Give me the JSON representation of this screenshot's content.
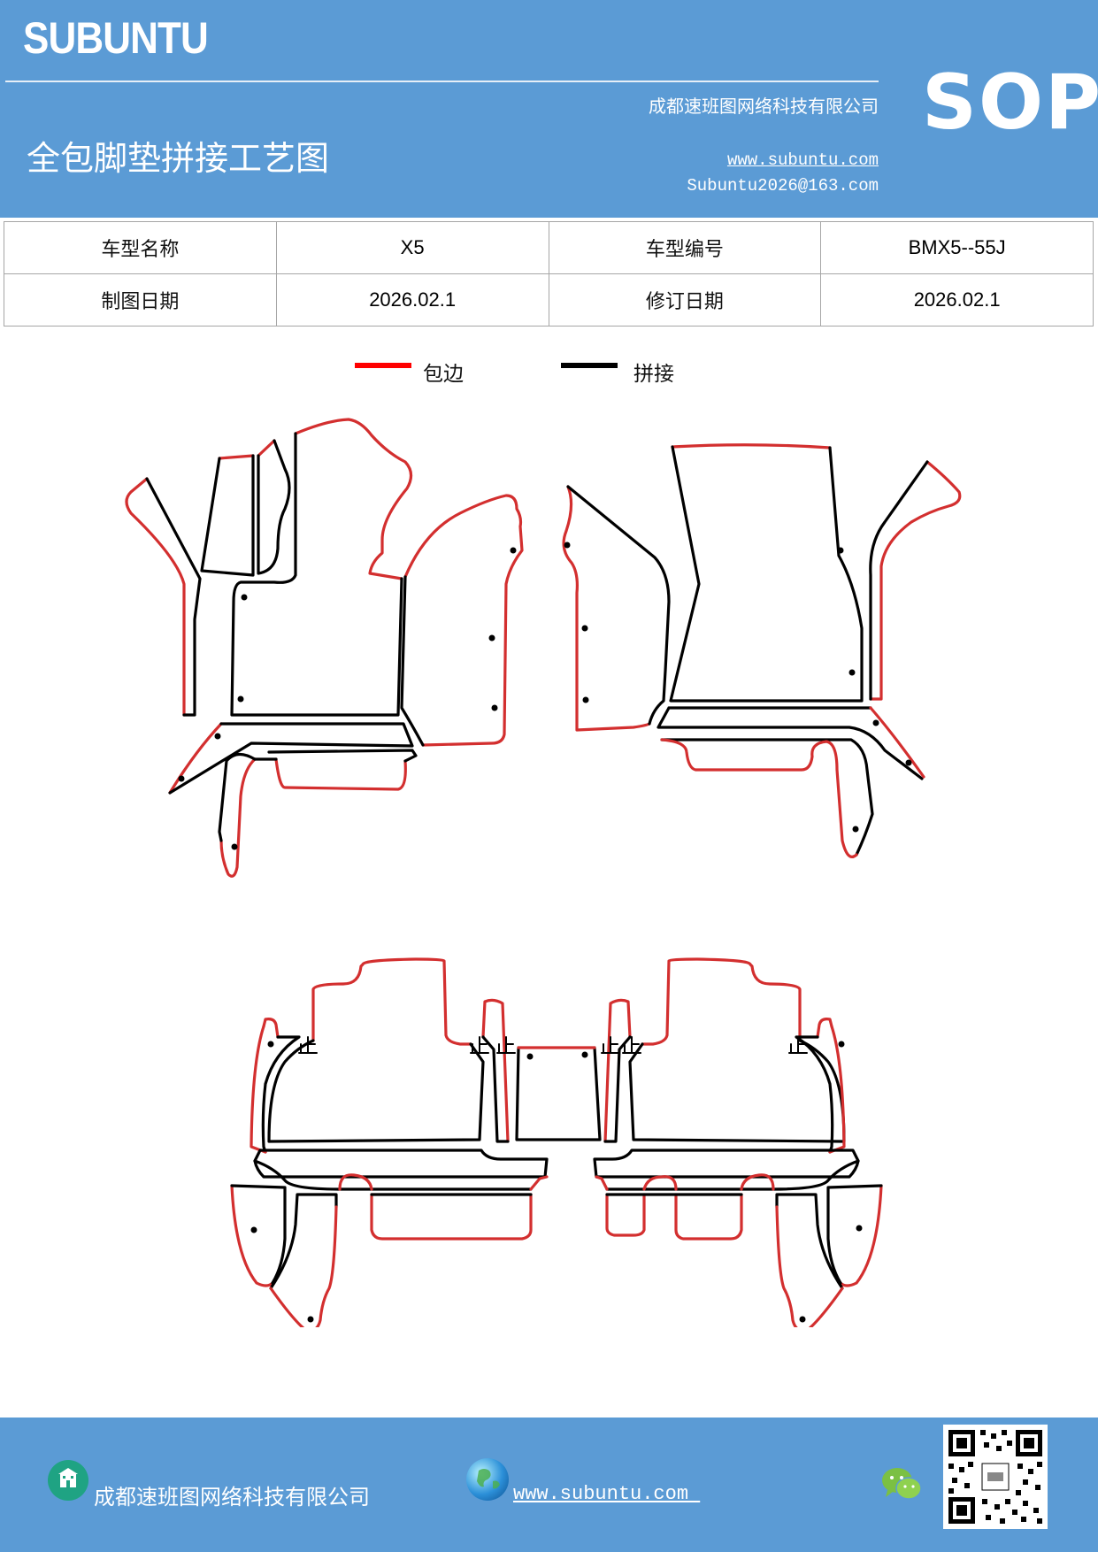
{
  "header": {
    "brand": "SUBUNTU",
    "company": "成都速班图网络科技有限公司",
    "title": "全包脚垫拼接工艺图",
    "website": "www.subuntu.com",
    "email": "Subuntu2026@163.com",
    "badge": "SOP"
  },
  "info_table": {
    "rows": [
      [
        {
          "label": "车型名称"
        },
        {
          "value": "X5"
        },
        {
          "label": "车型编号"
        },
        {
          "value": "BMX5--55J"
        }
      ],
      [
        {
          "label": "制图日期"
        },
        {
          "value": "2026.02.1"
        },
        {
          "label": "修订日期"
        },
        {
          "value": "2026.02.1"
        }
      ]
    ]
  },
  "legend": {
    "items": [
      {
        "label": "包边",
        "color": "#ff0000"
      },
      {
        "label": "拼接",
        "color": "#000000"
      }
    ]
  },
  "diagram": {
    "stitch_color": "#000000",
    "edge_color": "#d32f2f"
  },
  "footer": {
    "company": "成都速班图网络科技有限公司",
    "website": "www.subuntu.com ",
    "icons": [
      "building-icon",
      "globe-icon",
      "wechat-icon"
    ]
  }
}
